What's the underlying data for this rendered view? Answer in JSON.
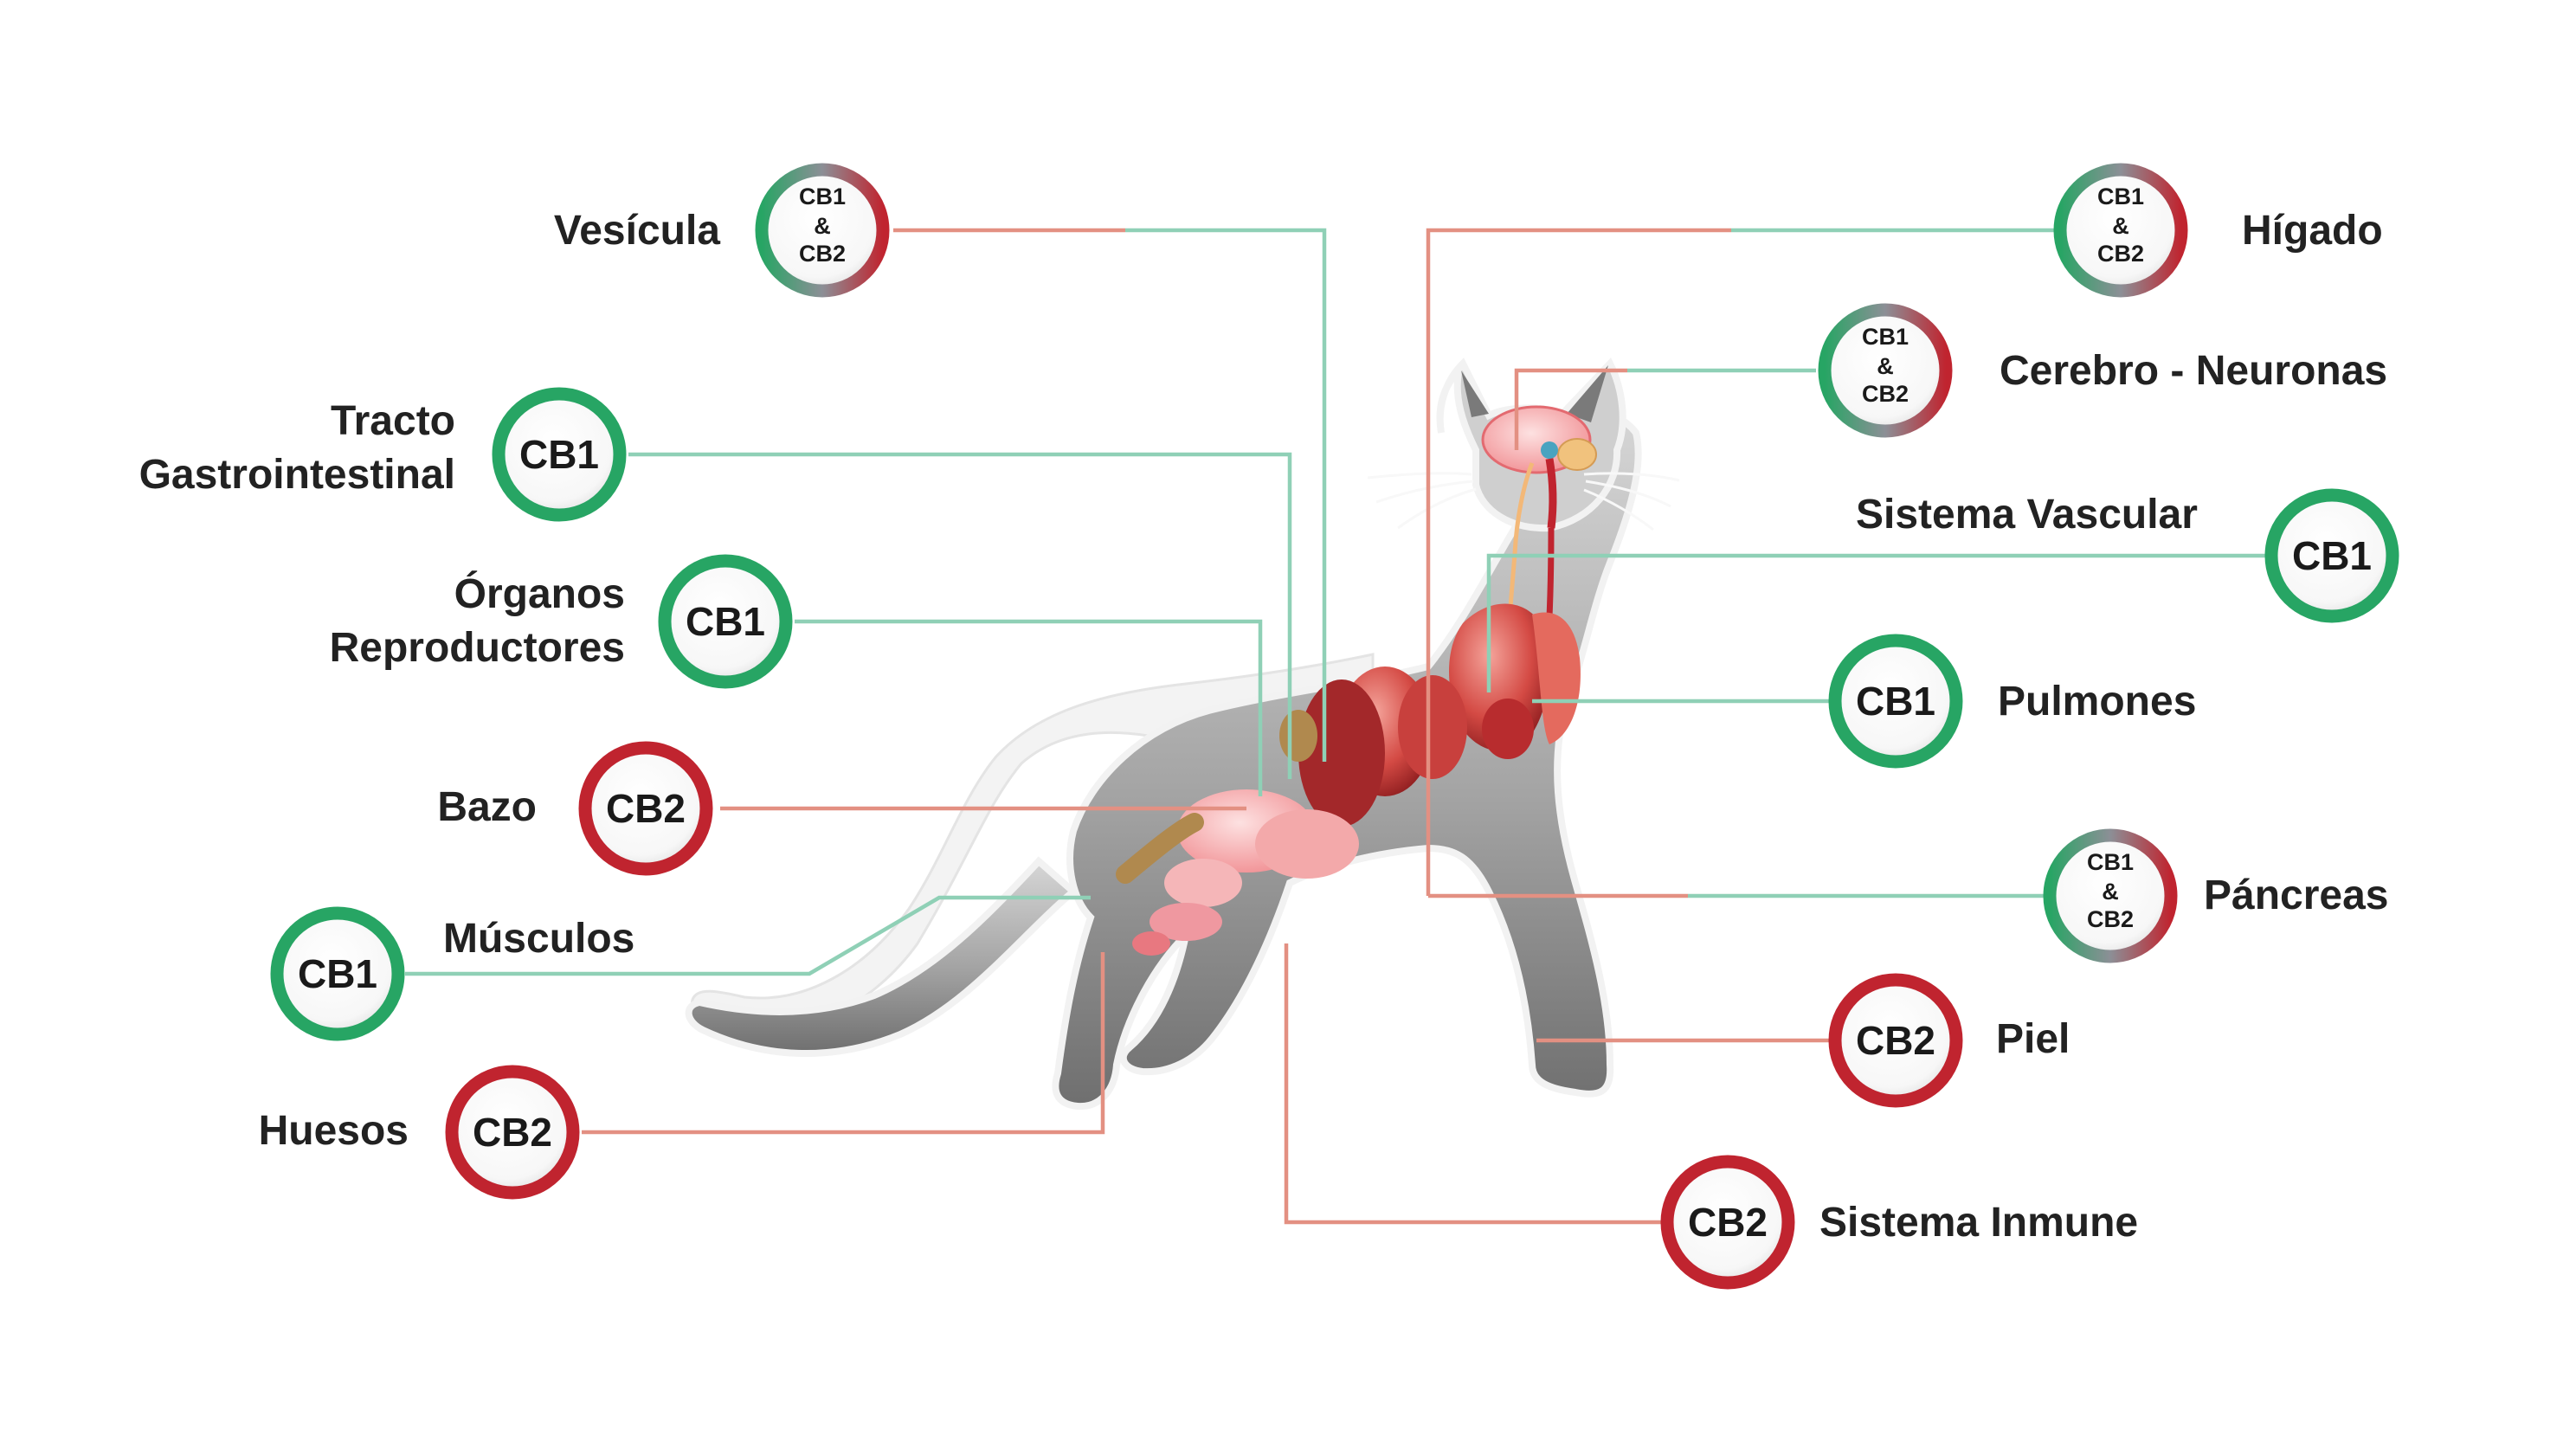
{
  "colors": {
    "cb1": "#27a564",
    "cb2": "#c0242f",
    "cb1_line": "#8fd0b6",
    "cb2_line": "#e39082",
    "label": "#222222",
    "cat_body": "#a9a9a9"
  },
  "badge_labels": {
    "cb1": "CB1",
    "cb2": "CB2",
    "both_top": "CB1",
    "both_amp": "&",
    "both_bottom": "CB2"
  },
  "organs": [
    {
      "id": "vesicula",
      "label_lines": [
        "Vesícula"
      ],
      "receptor": "both"
    },
    {
      "id": "tracto-gastrointestinal",
      "label_lines": [
        "Tracto",
        "Gastrointestinal"
      ],
      "receptor": "cb1"
    },
    {
      "id": "organos-reproductores",
      "label_lines": [
        "Órganos",
        "Reproductores"
      ],
      "receptor": "cb1"
    },
    {
      "id": "bazo",
      "label_lines": [
        "Bazo"
      ],
      "receptor": "cb2"
    },
    {
      "id": "musculos",
      "label_lines": [
        "Músculos"
      ],
      "receptor": "cb1"
    },
    {
      "id": "huesos",
      "label_lines": [
        "Huesos"
      ],
      "receptor": "cb2"
    },
    {
      "id": "higado",
      "label_lines": [
        "Hígado"
      ],
      "receptor": "both"
    },
    {
      "id": "cerebro-neuronas",
      "label_lines": [
        "Cerebro - Neuronas"
      ],
      "receptor": "both"
    },
    {
      "id": "sistema-vascular",
      "label_lines": [
        "Sistema Vascular"
      ],
      "receptor": "cb1"
    },
    {
      "id": "pulmones",
      "label_lines": [
        "Pulmones"
      ],
      "receptor": "cb1"
    },
    {
      "id": "pancreas",
      "label_lines": [
        "Páncreas"
      ],
      "receptor": "both"
    },
    {
      "id": "piel",
      "label_lines": [
        "Piel"
      ],
      "receptor": "cb2"
    },
    {
      "id": "sistema-inmune",
      "label_lines": [
        "Sistema Inmune"
      ],
      "receptor": "cb2"
    }
  ]
}
